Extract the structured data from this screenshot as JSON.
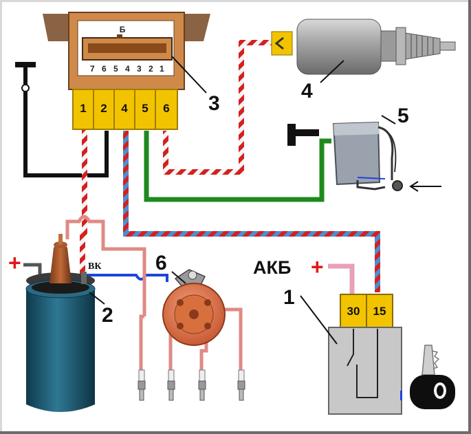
{
  "connector_pins": [
    "1",
    "2",
    "4",
    "5",
    "6"
  ],
  "switch_pins": [
    "30",
    "15"
  ],
  "chip_letter": "Б",
  "chip_pins": [
    "7",
    "6",
    "5",
    "4",
    "3",
    "2",
    "1"
  ],
  "labels": {
    "switch_unit": "3",
    "solenoid_valve": "4",
    "throttle_switch": "5",
    "distributor": "6",
    "ignition_coil": "2",
    "ignition_lock": "1",
    "battery": "АКБ",
    "battery_polarity": "+",
    "coil_polarity": "+",
    "coil_terminal": "ВК"
  },
  "colors": {
    "red_wire": "#d42020",
    "black_wire": "#111111",
    "green_wire": "#1e8a1e",
    "blue_wire": "#1e44d8",
    "pink_wire": "#e8a0b8",
    "connector_yellow": "#f2c400",
    "unit_body": "#cf8a4a",
    "coil_body": "#1f5a72",
    "distributor_cap": "#e07850"
  },
  "icons": [
    "key-icon",
    "spark-plug-icon",
    "arrow-left-icon"
  ]
}
